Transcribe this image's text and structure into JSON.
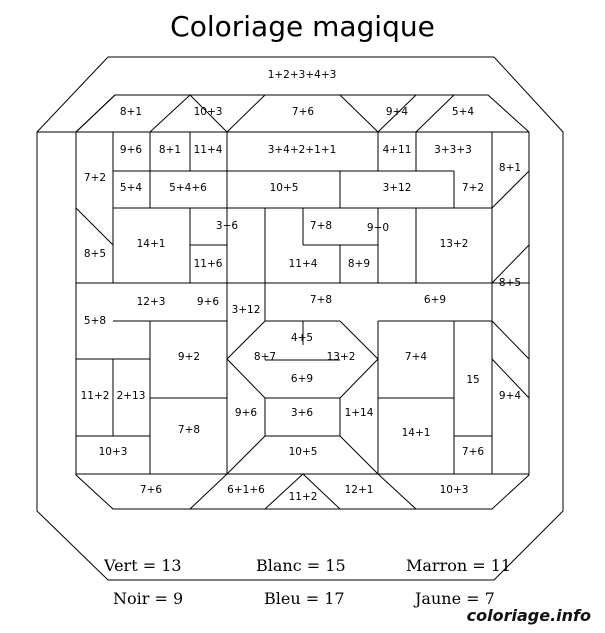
{
  "title": "Coloriage magique",
  "cells": [
    "1+2+3+4+3",
    "8+1",
    "10+3",
    "7+6",
    "9+4",
    "5+4",
    "9+6",
    "8+1",
    "11+4",
    "3+4+2+1+1",
    "4+11",
    "3+3+3",
    "7+2",
    "8+1",
    "5+4",
    "5+4+6",
    "10+5",
    "3+12",
    "7+2",
    "8+5",
    "14+1",
    "3+6",
    "7+8",
    "9+0",
    "13+2",
    "11+6",
    "11+4",
    "8+9",
    "8+5",
    "5+8",
    "12+3",
    "9+6",
    "3+12",
    "7+8",
    "6+9",
    "4+5",
    "8+7",
    "13+2",
    "9+2",
    "7+4",
    "6+9",
    "11+2",
    "2+13",
    "15",
    "9+4",
    "9+6",
    "3+6",
    "1+14",
    "7+8",
    "14+1",
    "10+3",
    "10+5",
    "7+6",
    "7+6",
    "6+1+6",
    "12+1",
    "10+3",
    "11+2"
  ],
  "legend": [
    "Vert = 13",
    "Blanc = 15",
    "Marron = 11",
    "Noir = 9",
    "Bleu = 17",
    "Jaune = 7"
  ],
  "watermark": "coloriage.info"
}
